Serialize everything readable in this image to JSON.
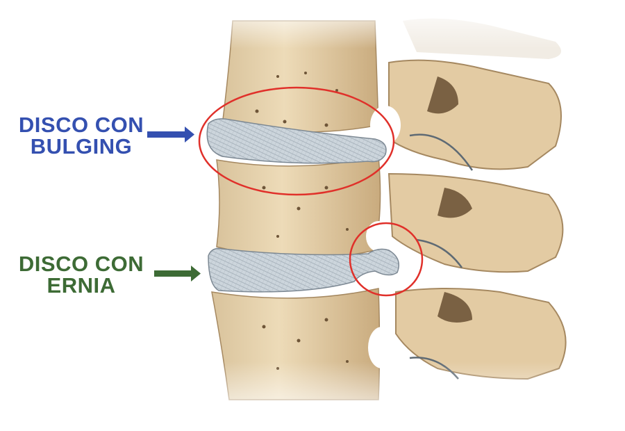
{
  "labels": {
    "bulging": {
      "line1": "DISCO CON",
      "line2": "BULGING",
      "color": "#3450b0"
    },
    "hernia": {
      "line1": "DISCO CON",
      "line2": "ERNIA",
      "color": "#3d6b35"
    }
  },
  "colors": {
    "bone": "#e8d3b0",
    "bone_shadow": "#b89a6e",
    "disc": "#c9d3da",
    "highlight_circle": "#e0302a"
  }
}
